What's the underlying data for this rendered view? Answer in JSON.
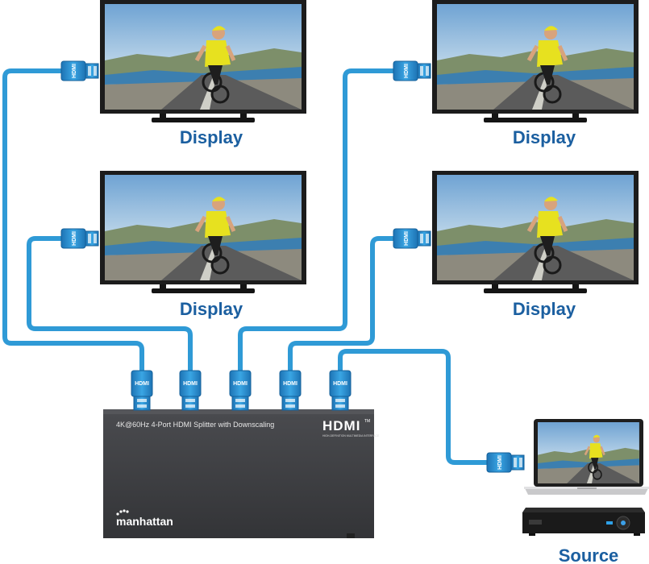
{
  "labels": {
    "display_1": "Display",
    "display_2": "Display",
    "display_3": "Display",
    "display_4": "Display",
    "source": "Source"
  },
  "device": {
    "description": "4K@60Hz 4-Port HDMI Splitter with Downscaling",
    "hdmi_logo": "HDMI",
    "hdmi_tm": "TM",
    "hdmi_tagline": "HIGH-DEFINITION MULTIMEDIA INTERFACE",
    "brand": "manhattan"
  },
  "connector_text": "HDMI",
  "colors": {
    "cable": "#2f9ad6",
    "cable_dark": "#1c6fa8",
    "label": "#1b5fa0",
    "device_body": "#3c3d40",
    "tv_frame": "#1c1c1c"
  },
  "icons": {
    "display": "tv-monitor-icon",
    "source_laptop": "laptop-icon",
    "source_player": "media-player-icon",
    "connector": "hdmi-plug-icon"
  }
}
